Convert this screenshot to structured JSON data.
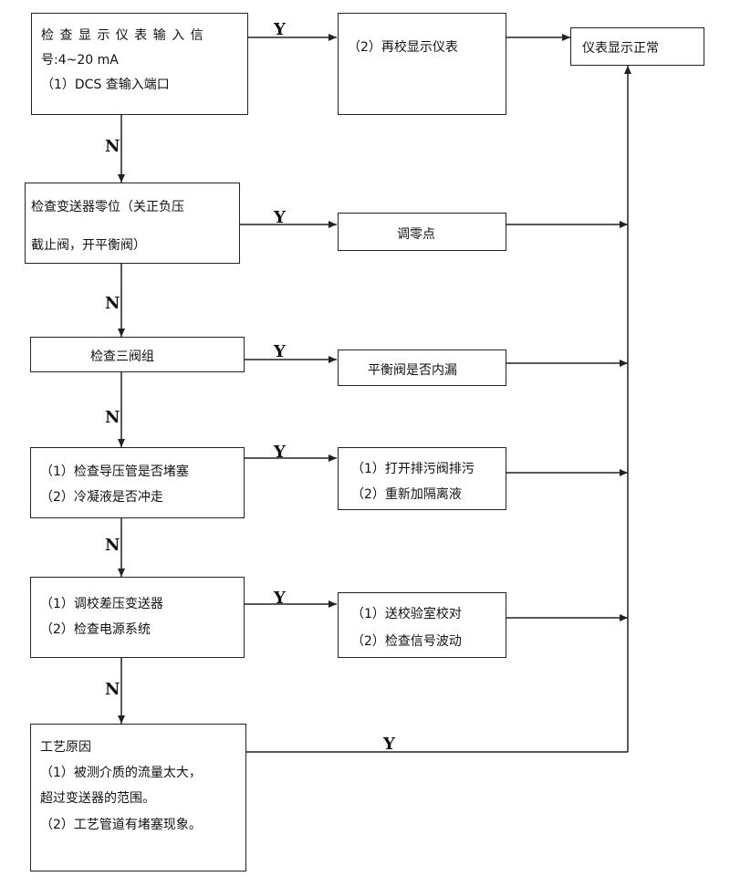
{
  "yes_label": "Y",
  "no_label": "N",
  "checks": [
    {
      "lines": [
        "检 查 显 示 仪 表 输 入 信",
        "号:4~20 mA",
        "（1）DCS 查输入端口"
      ]
    },
    {
      "lines": [
        "检查变送器零位（关正负压",
        "截止阀，开平衡阀）"
      ]
    },
    {
      "lines": [
        "检查三阀组"
      ]
    },
    {
      "lines": [
        "（1）检查导压管是否堵塞",
        "（2）冷凝液是否冲走"
      ]
    },
    {
      "lines": [
        "（1）调校差压变送器",
        "（2）检查电源系统"
      ]
    },
    {
      "lines": [
        "工艺原因",
        "（1）被测介质的流量太大，",
        "超过变送器的范围。",
        "（2）工艺管道有堵塞现象。"
      ]
    }
  ],
  "actions": [
    {
      "lines": [
        "（2）再校显示仪表"
      ]
    },
    {
      "lines": [
        "调零点"
      ]
    },
    {
      "lines": [
        "平衡阀是否内漏"
      ]
    },
    {
      "lines": [
        "（1）打开排污阀排污",
        "（2）重新加隔离液"
      ]
    },
    {
      "lines": [
        "（1）送校验室校对",
        "（2）检查信号波动"
      ]
    }
  ],
  "result": {
    "label": "仪表显示正常"
  }
}
